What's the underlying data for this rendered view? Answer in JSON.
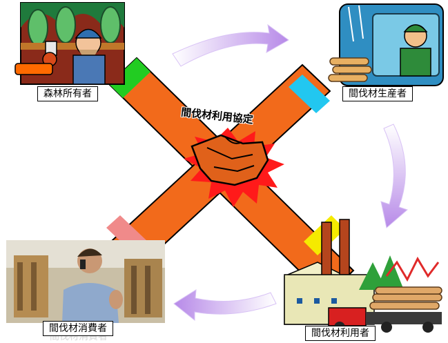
{
  "title": "間伐材利用協定",
  "nodes": {
    "forest_owner": "森林所有者",
    "producer": "間伐材生産者",
    "consumer": "間伐材消費者",
    "user": "間伐材利用者"
  },
  "colors": {
    "band": "#f26a1b",
    "tip_green": "#22cc22",
    "tip_cyan": "#22c7f0",
    "tip_pink": "#f08a8a",
    "tip_yellow": "#f5ea00",
    "arrow_purple": "#c9a3ef",
    "burst_red": "#ff1a1a"
  }
}
